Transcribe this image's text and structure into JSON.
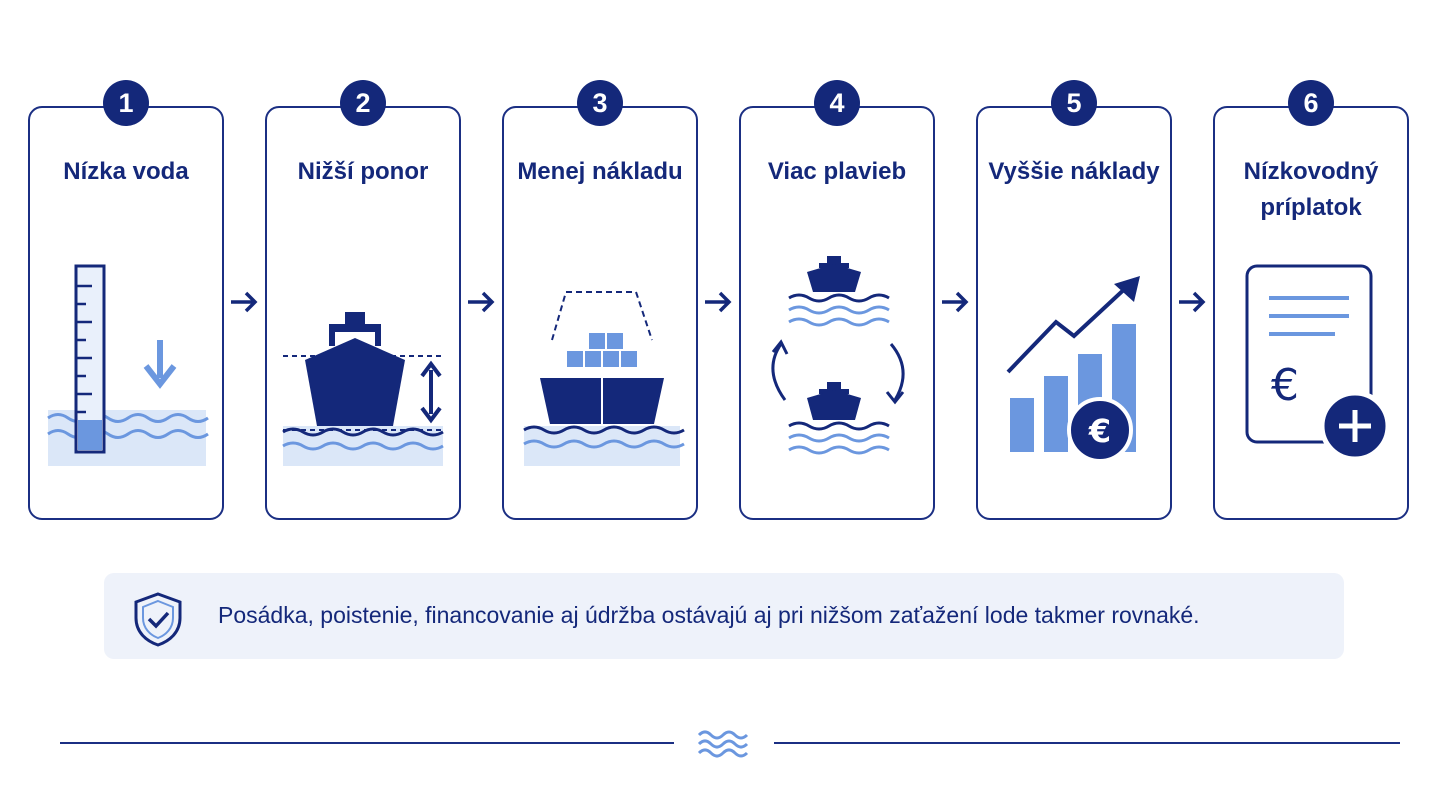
{
  "steps": [
    {
      "number": "1",
      "title": "Nízka voda"
    },
    {
      "number": "2",
      "title": "Nižší ponor"
    },
    {
      "number": "3",
      "title": "Menej nákladu"
    },
    {
      "number": "4",
      "title": "Viac plavieb"
    },
    {
      "number": "5",
      "title": "Vyššie náklady"
    },
    {
      "number": "6",
      "title": "Nízkovodný príplatok"
    }
  ],
  "note": {
    "text": "Posádka, poistenie, financovanie aj údržba ostávajú aj pri nižšom zaťažení lode takmer rovnaké."
  },
  "colors": {
    "primary": "#14287a",
    "accent": "#6b97df",
    "light": "#dbe7f8"
  },
  "icons": [
    "water-gauge-icon",
    "ship-draft-icon",
    "cargo-ship-icon",
    "round-trip-icon",
    "cost-chart-icon",
    "surcharge-document-icon",
    "shield-check-icon",
    "waves-icon",
    "arrow-right-icon"
  ]
}
